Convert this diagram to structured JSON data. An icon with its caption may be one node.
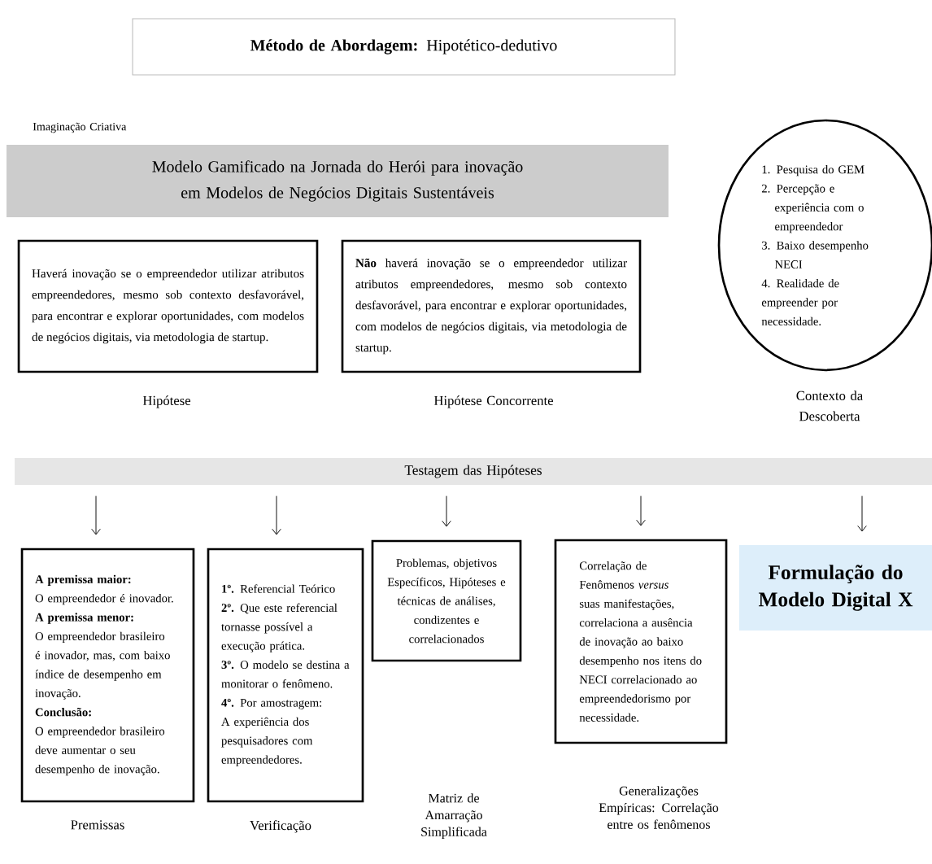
{
  "diagram": {
    "nodes": [
      {
        "text": [
          "**Método de Abordagem:**  Hipotético-dedutivo"
        ]
      },
      {
        "text": [
          "Modelo Gamificado na  Jornada do Herói para inovação em Modelos de Negócios Digitais Sustentáveis"
        ]
      },
      {
        "text": [
          "Haverá inovação se o empreendedor utilizar atributos empreendedores, mesmo sob contexto desfavorável, para encontrar e explorar oportunidades, com modelos de negócios digitais, via metodologia de startup."
        ],
        "beside": [
          "Hipótese"
        ]
      },
      {
        "text": [
          "**Não** haverá inovação se o empreendedor utilizar atributos empreendedores, mesmo sob contexto desfavorável, para encontrar e explorar oportunidades, com modelos de negócios digitais, via metodologia de startup."
        ],
        "beside": [
          "Hipótese Concorrente"
        ]
      },
      {
        "text": [
          "1. Pesquisa do GEM",
          "2. Percepção e experiência com o empreendedor",
          "3. Baixo desempenho NECI",
          "4. Realidade de empreender por necessidade."
        ],
        "beside": [
          "Contexto da Descoberta"
        ]
      },
      {
        "text": [
          "Testagem das Hipóteses"
        ]
      },
      {
        "text": [
          "A premissa maior:",
          "O empreendedor é inovador.",
          "A premissa menor:",
          "O empreendedor brasileiro é inovador, mas, com baixo índice de desempenho em inovação.",
          "Conclusão:",
          "O empreendedor brasileiro deve aumentar o seu desempenho de  inovação."
        ],
        "beside": [
          "Premissas"
        ]
      },
      {
        "text": [
          "**1º.** Referencial Teórico",
          "**2º.** Que este referencial tornasse possível a execução prática.",
          "**3º.**  O modelo se destina a monitorar o fenômeno.",
          "**4º.** Por amostragem: A experiência dos pesquisadores com empreendedores."
        ],
        "beside": [
          "Verificação"
        ]
      },
      {
        "text": [
          "Problemas, objetivos Específicos, Hipóteses e técnicas de análises, condizentes e correlacionados"
        ]
      },
      {
        "text": [
          "Correlação de Fenômenos *versus* suas manifestações, correlaciona a ausência de inovação ao baixo desempenho nos itens do NECI correlacionado ao empreendedorismo por necessidade."
        ]
      },
      {
        "text": [
          "Formulação do Modelo Digital X"
        ]
      }
    ],
    "edges": [
      {
        "from": 5,
        "to": 6,
        "arrow": "to"
      },
      {
        "from": 5,
        "to": 7,
        "arrow": "to"
      },
      {
        "from": 5,
        "to": 8,
        "arrow": "to"
      },
      {
        "from": 5,
        "to": 9,
        "arrow": "to"
      },
      {
        "from": 5,
        "to": 10,
        "arrow": "to"
      }
    ],
    "labels": [
      "Imaginação Criativa",
      "Matriz de Amarração Simplificada",
      "Generalizações Empíricas: Correlação entre os fenômenos"
    ]
  }
}
